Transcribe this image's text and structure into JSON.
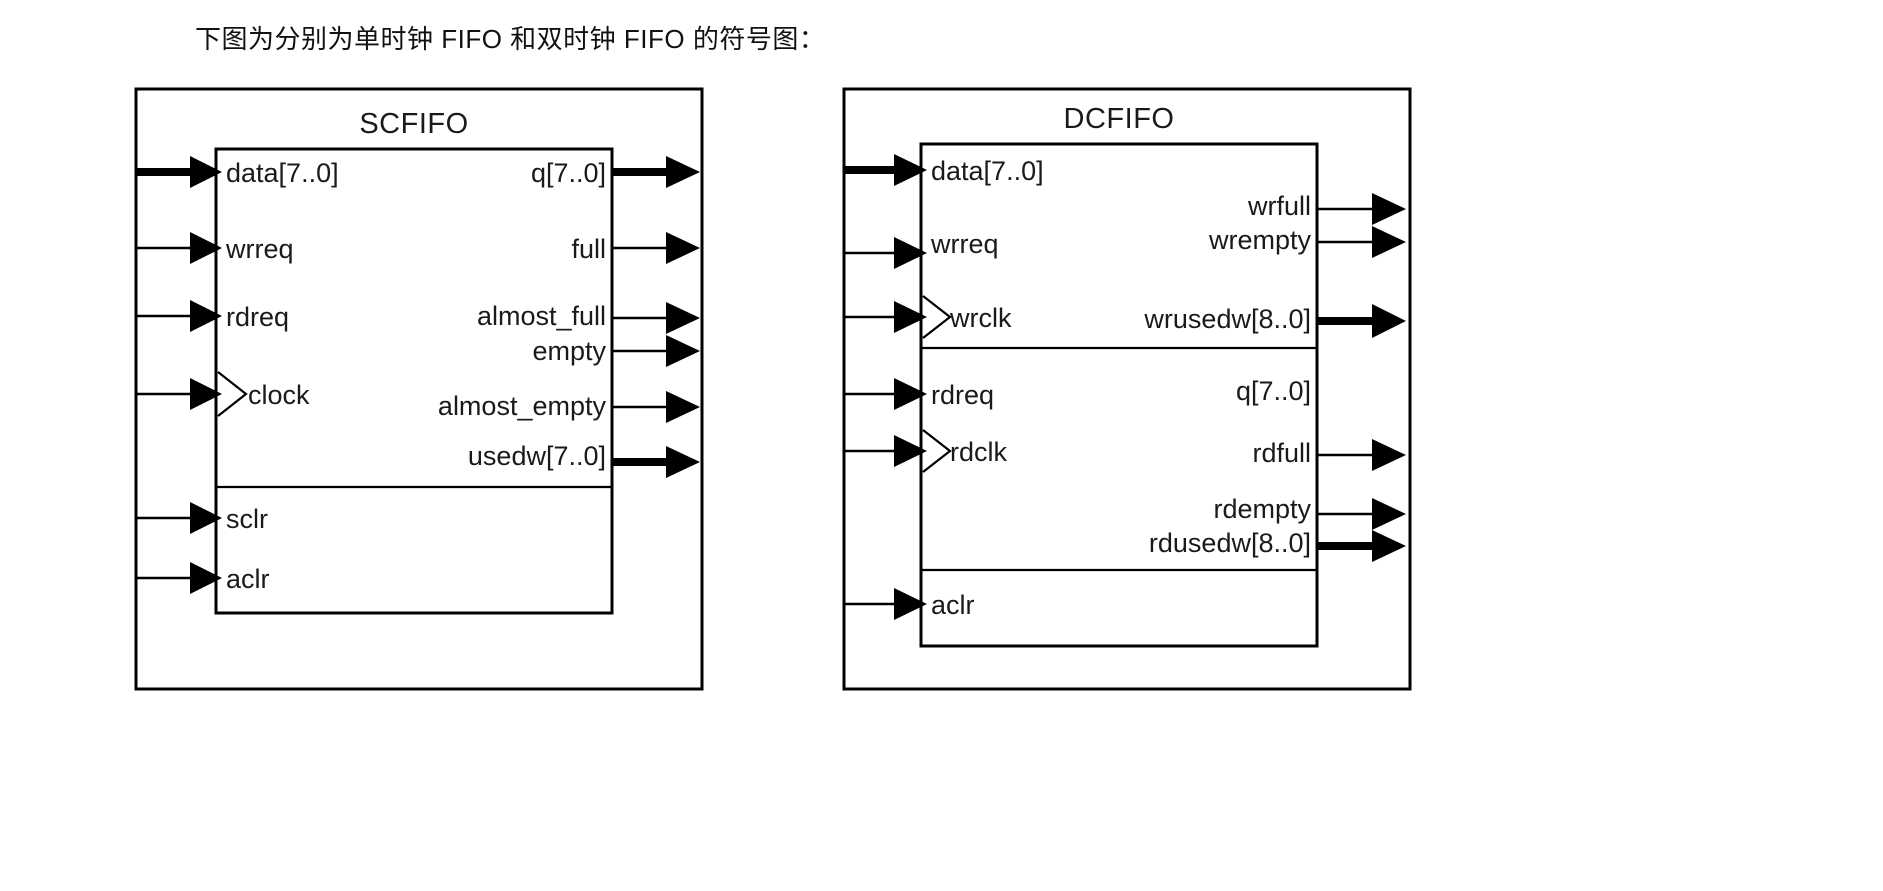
{
  "caption": {
    "text": "下图为分别为单时钟 FIFO 和双时钟 FIFO 的符号图："
  },
  "colors": {
    "background": "#ffffff",
    "line": "#000000",
    "text": "#1a1a1a"
  },
  "diagrams": [
    {
      "id": "scfifo",
      "title": "SCFIFO",
      "inputs": [
        {
          "label": "data[7..0]",
          "type": "bus",
          "clock": false
        },
        {
          "label": "wrreq",
          "type": "single",
          "clock": false
        },
        {
          "label": "rdreq",
          "type": "single",
          "clock": false
        },
        {
          "label": "clock",
          "type": "single",
          "clock": true
        },
        {
          "label": "sclr",
          "type": "single",
          "clock": false
        },
        {
          "label": "aclr",
          "type": "single",
          "clock": false
        }
      ],
      "outputs": [
        {
          "label": "q[7..0]",
          "type": "bus"
        },
        {
          "label": "full",
          "type": "single"
        },
        {
          "label": "almost_full",
          "type": "single"
        },
        {
          "label": "empty",
          "type": "single"
        },
        {
          "label": "almost_empty",
          "type": "single"
        },
        {
          "label": "usedw[7..0]",
          "type": "bus"
        }
      ]
    },
    {
      "id": "dcfifo",
      "title": "DCFIFO",
      "inputs": [
        {
          "label": "data[7..0]",
          "type": "bus",
          "clock": false
        },
        {
          "label": "wrreq",
          "type": "single",
          "clock": false
        },
        {
          "label": "wrclk",
          "type": "single",
          "clock": true
        },
        {
          "label": "rdreq",
          "type": "single",
          "clock": false
        },
        {
          "label": "rdclk",
          "type": "single",
          "clock": true
        },
        {
          "label": "aclr",
          "type": "single",
          "clock": false
        }
      ],
      "outputs": [
        {
          "label": "wrfull",
          "type": "single"
        },
        {
          "label": "wrempty",
          "type": "single"
        },
        {
          "label": "wrusedw[8..0]",
          "type": "bus"
        },
        {
          "label": "q[7..0]",
          "type": "single"
        },
        {
          "label": "rdfull",
          "type": "single"
        },
        {
          "label": "rdempty",
          "type": "single"
        },
        {
          "label": "rdusedw[8..0]",
          "type": "bus"
        }
      ]
    }
  ]
}
